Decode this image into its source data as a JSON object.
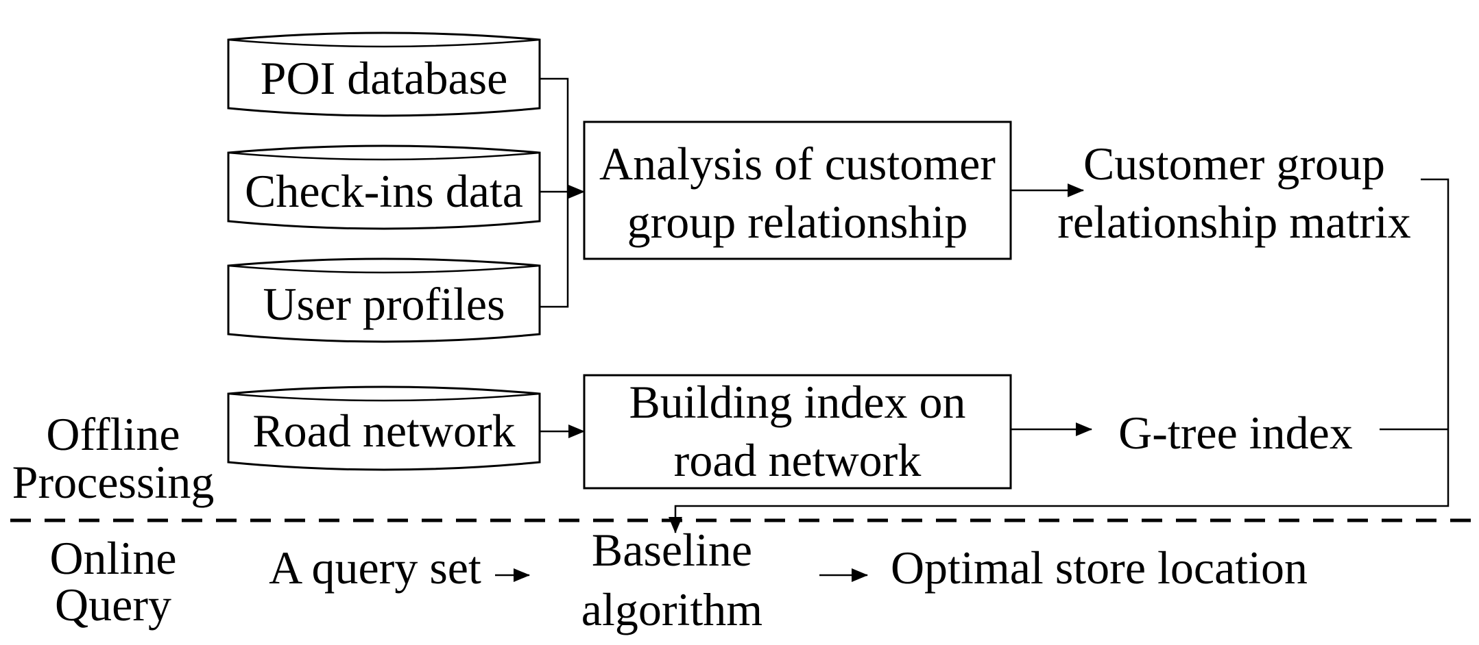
{
  "nodes": {
    "poi_database": "POI database",
    "checkins_data": "Check-ins data",
    "user_profiles": "User profiles",
    "road_network": "Road network",
    "analysis": [
      "Analysis of customer",
      "group relationship"
    ],
    "building_index": [
      "Building index on",
      "road network"
    ],
    "customer_matrix": [
      "Customer group",
      "relationship matrix"
    ],
    "gtree_index": "G-tree index",
    "query_set": "A query set",
    "baseline": [
      "Baseline",
      "algorithm"
    ],
    "optimal": "Optimal store location"
  },
  "sections": {
    "offline": [
      "Offline",
      "Processing"
    ],
    "online": [
      "Online",
      "Query"
    ]
  }
}
